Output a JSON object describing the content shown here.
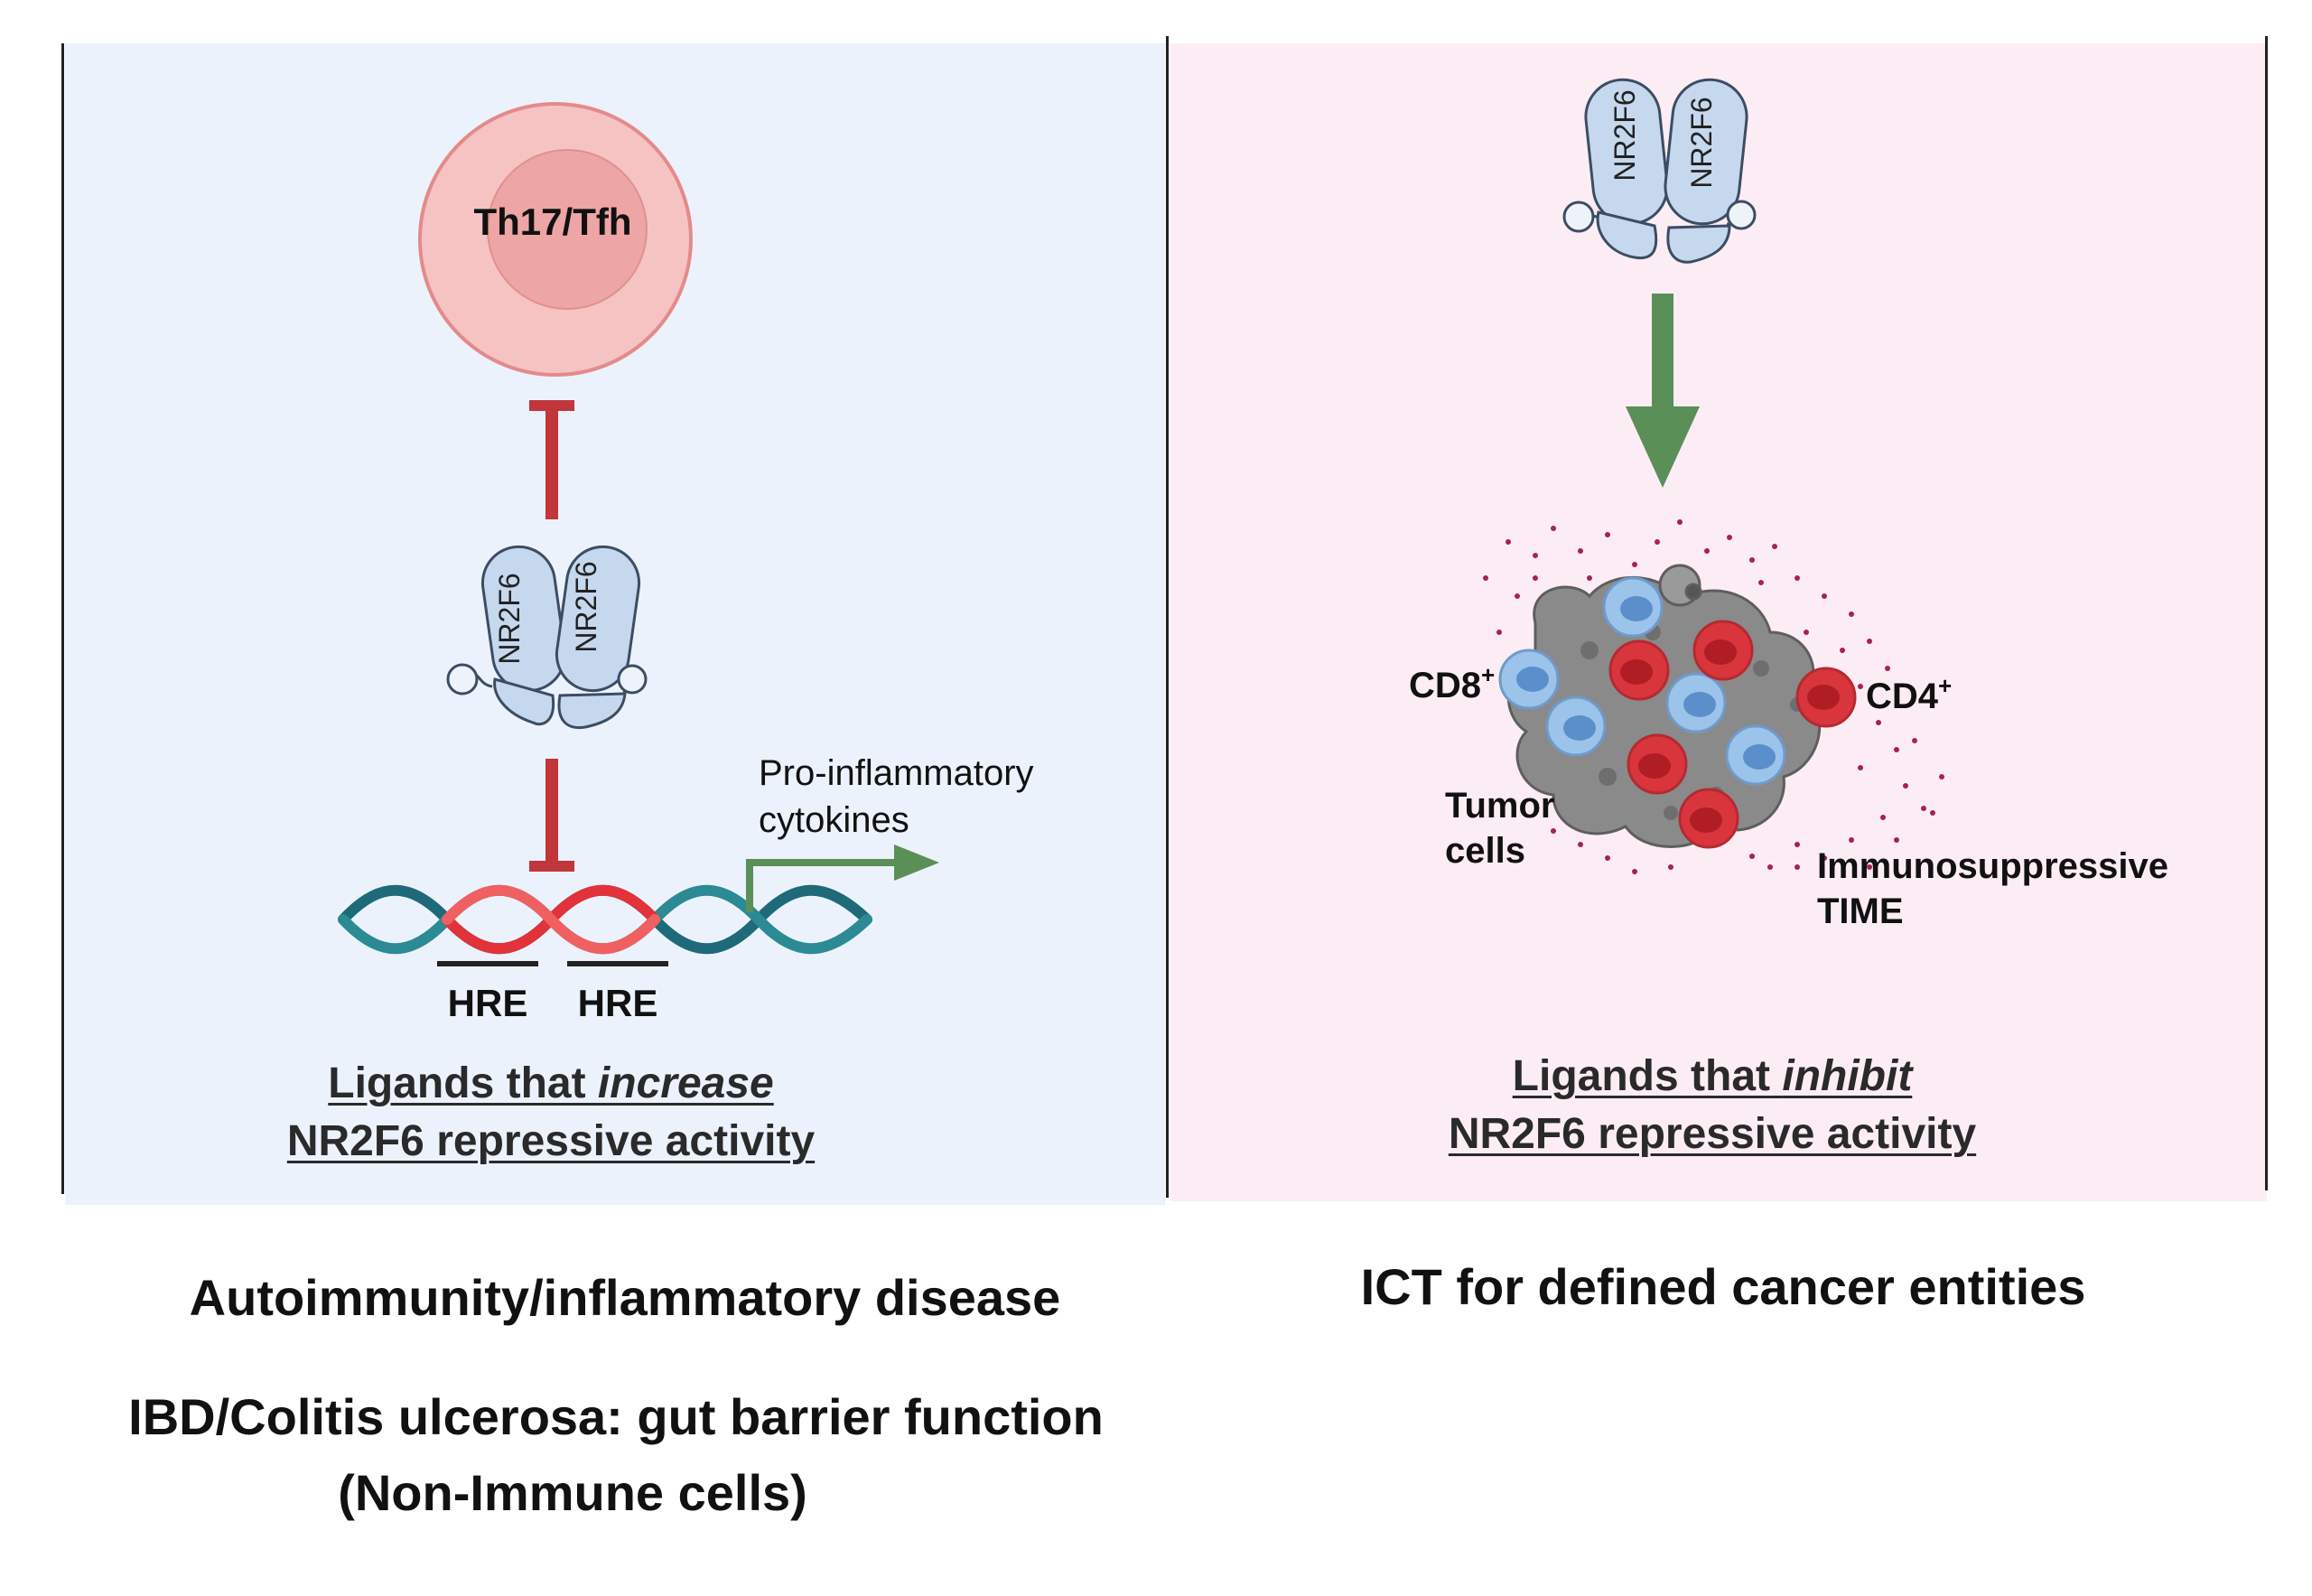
{
  "left_panel": {
    "cell_label": "Th17/Tfh",
    "dimer_labels": [
      "NR2F6",
      "NR2F6"
    ],
    "arrow_label_line1": "Pro-inflammatory",
    "arrow_label_line2": "cytokines",
    "hre_labels": [
      "HRE",
      "HRE"
    ],
    "ligand_line1_prefix": "Ligands that ",
    "ligand_line1_emph": "increase",
    "ligand_line2": "NR2F6 repressive activity"
  },
  "right_panel": {
    "dimer_labels": [
      "NR2F6",
      "NR2F6"
    ],
    "cd8_label": "CD8",
    "cd8_sup": "+",
    "cd4_label": "CD4",
    "cd4_sup": "+",
    "tumor_line1": "Tumor",
    "tumor_line2": "cells",
    "time_line1": "Immunosuppressive",
    "time_line2": "TIME",
    "ligand_line1_prefix": "Ligands that ",
    "ligand_line1_emph": "inhibit",
    "ligand_line2": "NR2F6 repressive activity"
  },
  "captions": {
    "left_1": "Autoimmunity/inflammatory disease",
    "left_2": "IBD/Colitis ulcerosa: gut barrier function",
    "left_3": "(Non-Immune cells)",
    "right_1": "ICT for defined cancer entities"
  },
  "colors": {
    "left_bg": "#ecf2fb",
    "right_bg": "#fcedf4",
    "inhibit_red": "#c0363a",
    "activate_green": "#5a8f57",
    "dimer_fill": "#c6d8ee",
    "cell_outer": "#f6c3c3",
    "cell_inner": "#eea5a5",
    "dna_teal": "#1e6a78",
    "dna_red": "#e2323a",
    "cd8_blue": "#9cc3ea",
    "cd4_red": "#d9353c",
    "tumor_gray": "#8a8a8a",
    "dot_maroon": "#a82052"
  }
}
